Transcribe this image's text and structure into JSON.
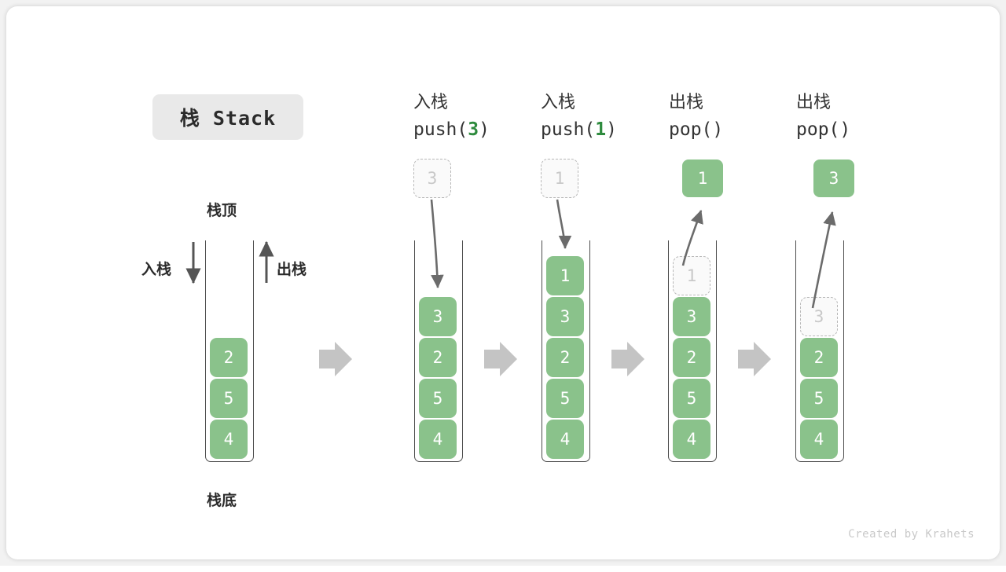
{
  "title_badge": {
    "label": "栈 Stack"
  },
  "watermark": {
    "text": "Created by Krahets"
  },
  "labels": {
    "top": "栈顶",
    "bottom": "栈底",
    "push_side": "入栈",
    "pop_side": "出栈"
  },
  "colors": {
    "cell_fill": "#8ac28b",
    "cell_text": "#ffffff",
    "ghost_border": "#b8b8b8",
    "ghost_text": "#c8c8c8",
    "arrow": "#6b6b6b",
    "step_arrow": "#c4c4c4",
    "accent_green": "#2e8b3e",
    "badge_bg": "#e9e9e9",
    "card_bg": "#ffffff",
    "page_bg": "#f2f2f2"
  },
  "columns": [
    {
      "id": "initial",
      "head_cn": "",
      "head_code": "",
      "head_arg": "",
      "cells": [
        {
          "value": "2",
          "state": "filled"
        },
        {
          "value": "5",
          "state": "filled"
        },
        {
          "value": "4",
          "state": "filled"
        }
      ],
      "external": null,
      "external_state": null
    },
    {
      "id": "push-3",
      "head_cn": "入栈",
      "head_code_prefix": "push(",
      "head_arg": "3",
      "head_code_suffix": ")",
      "cells": [
        {
          "value": "3",
          "state": "filled"
        },
        {
          "value": "2",
          "state": "filled"
        },
        {
          "value": "5",
          "state": "filled"
        },
        {
          "value": "4",
          "state": "filled"
        }
      ],
      "external": "3",
      "external_state": "ghost"
    },
    {
      "id": "push-1",
      "head_cn": "入栈",
      "head_code_prefix": "push(",
      "head_arg": "1",
      "head_code_suffix": ")",
      "cells": [
        {
          "value": "1",
          "state": "filled"
        },
        {
          "value": "3",
          "state": "filled"
        },
        {
          "value": "2",
          "state": "filled"
        },
        {
          "value": "5",
          "state": "filled"
        },
        {
          "value": "4",
          "state": "filled"
        }
      ],
      "external": "1",
      "external_state": "ghost"
    },
    {
      "id": "pop-1",
      "head_cn": "出栈",
      "head_code_prefix": "pop(",
      "head_arg": "",
      "head_code_suffix": ")",
      "cells": [
        {
          "value": "1",
          "state": "ghost"
        },
        {
          "value": "3",
          "state": "filled"
        },
        {
          "value": "2",
          "state": "filled"
        },
        {
          "value": "5",
          "state": "filled"
        },
        {
          "value": "4",
          "state": "filled"
        }
      ],
      "external": "1",
      "external_state": "filled"
    },
    {
      "id": "pop-2",
      "head_cn": "出栈",
      "head_code_prefix": "pop(",
      "head_arg": "",
      "head_code_suffix": ")",
      "cells": [
        {
          "value": "3",
          "state": "ghost"
        },
        {
          "value": "2",
          "state": "filled"
        },
        {
          "value": "5",
          "state": "filled"
        },
        {
          "value": "4",
          "state": "filled"
        }
      ],
      "external": "3",
      "external_state": "filled"
    }
  ],
  "step_arrows": [
    {
      "id": "step-arrow-1"
    },
    {
      "id": "step-arrow-2"
    },
    {
      "id": "step-arrow-3"
    },
    {
      "id": "step-arrow-4"
    }
  ]
}
